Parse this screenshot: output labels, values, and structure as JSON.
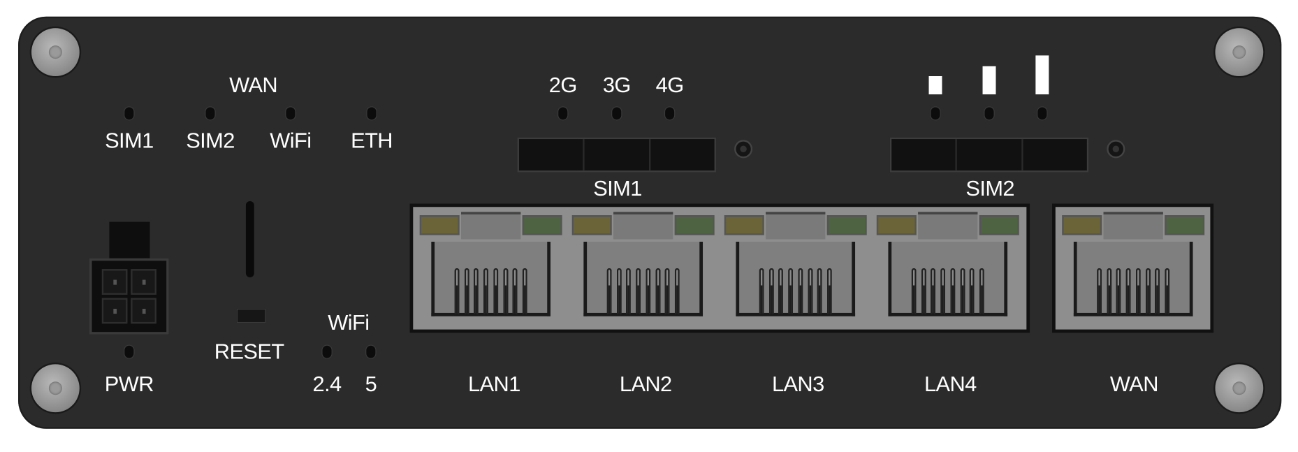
{
  "top_labels": {
    "wan_group": "WAN",
    "sim1": "SIM1",
    "sim2": "SIM2",
    "wifi": "WiFi",
    "eth": "ETH"
  },
  "network_type": {
    "g2": "2G",
    "g3": "3G",
    "g4": "4G"
  },
  "signal_strength": {
    "bars": 3
  },
  "sim_slots": {
    "sim1": "SIM1",
    "sim2": "SIM2"
  },
  "bottom_left": {
    "pwr": "PWR",
    "reset": "RESET",
    "wifi": "WiFi",
    "band24": "2.4",
    "band5": "5"
  },
  "ports": [
    {
      "label": "LAN1"
    },
    {
      "label": "LAN2"
    },
    {
      "label": "LAN3"
    },
    {
      "label": "LAN4"
    }
  ],
  "wan_port": {
    "label": "WAN"
  },
  "colors": {
    "body": "#2b2b2b",
    "led_amber": "#6b6439",
    "led_green": "#4e6342",
    "port_metal": "#8e8e8e"
  }
}
